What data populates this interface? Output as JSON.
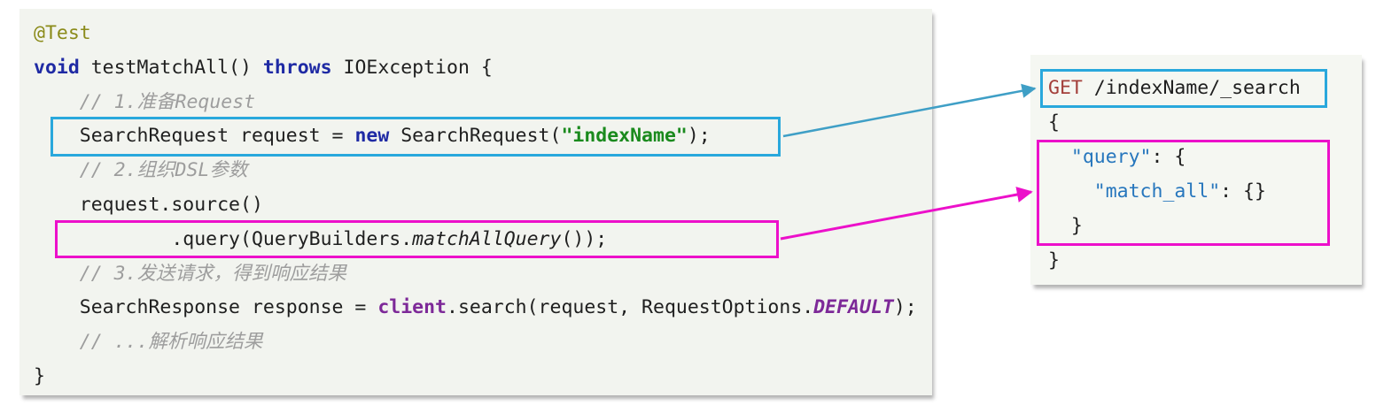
{
  "colors": {
    "highlight_blue": "#29a8dc",
    "highlight_magenta": "#ec10ca",
    "arrow_blue": "#3f9fc6",
    "arrow_magenta": "#ec10ca",
    "keyword_blue": "#1f2aa4",
    "annotation_olive": "#8b8b1a",
    "comment_gray": "#9d9d9d",
    "string_green": "#1a8a1d",
    "member_purple": "#7d2998",
    "http_method_red": "#a33f3a",
    "json_key_blue": "#2676bd",
    "panel_bg": "#f2f4ef",
    "dsl_panel_bg": "#f5f7f2"
  },
  "java": {
    "lines": [
      {
        "seg": [
          "@Test"
        ]
      },
      {
        "seg": [
          "void",
          " testMatchAll() ",
          "throws",
          " IOException {"
        ]
      },
      {
        "seg": [
          "    // 1.准备Request"
        ]
      },
      {
        "seg": [
          "    SearchRequest request = ",
          "new",
          " SearchRequest(",
          "\"indexName\"",
          ");"
        ]
      },
      {
        "seg": [
          "    // 2.组织DSL参数"
        ]
      },
      {
        "seg": [
          "    request.source()"
        ]
      },
      {
        "seg": [
          "            .query(QueryBuilders.",
          "matchAllQuery",
          "());"
        ]
      },
      {
        "seg": [
          "    // 3.发送请求，得到响应结果"
        ]
      },
      {
        "seg": [
          "    SearchResponse response = ",
          "client",
          ".search(request, RequestOptions.",
          "DEFAULT",
          ");"
        ]
      },
      {
        "seg": [
          "    // ...解析响应结果"
        ]
      },
      {
        "seg": [
          "}"
        ]
      }
    ]
  },
  "dsl": {
    "lines": [
      {
        "seg": [
          "GET",
          " /indexName/_search"
        ]
      },
      {
        "seg": [
          "{"
        ]
      },
      {
        "seg": [
          "  ",
          "\"query\"",
          ": {"
        ]
      },
      {
        "seg": [
          "    ",
          "\"match_all\"",
          ": {}"
        ]
      },
      {
        "seg": [
          "  }"
        ]
      },
      {
        "seg": [
          "}"
        ]
      }
    ]
  }
}
